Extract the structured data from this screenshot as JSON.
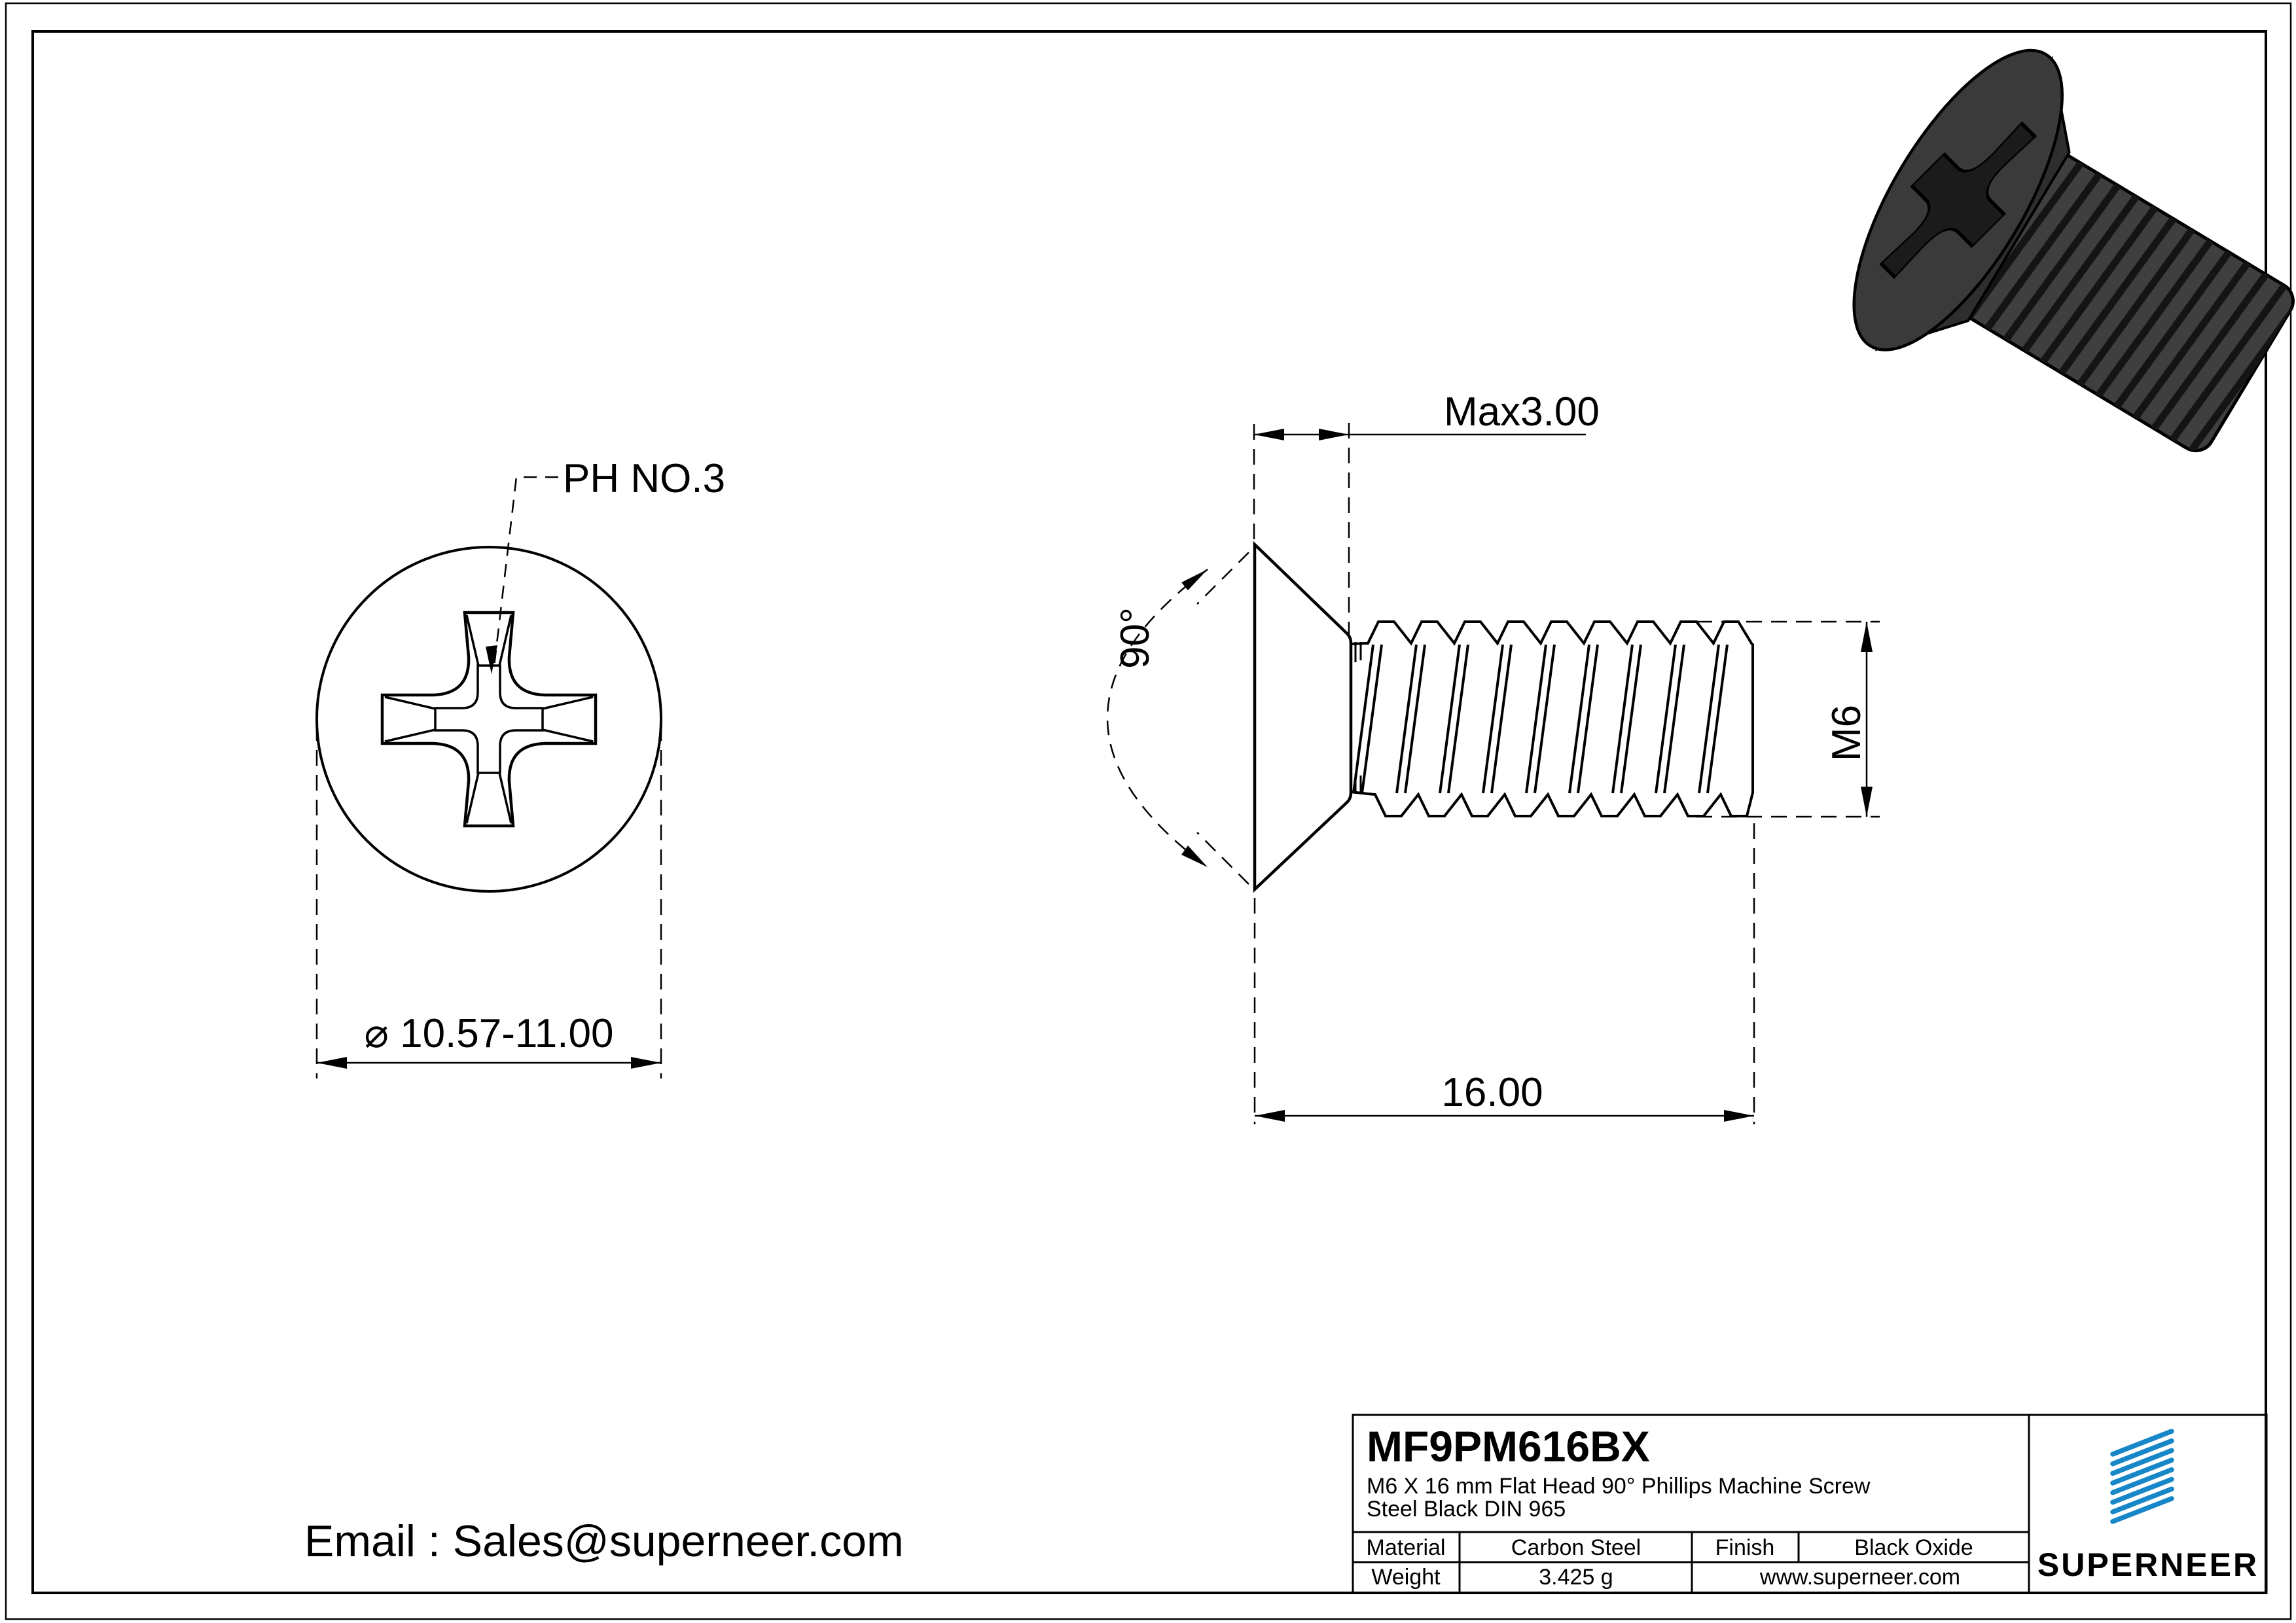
{
  "title_block": {
    "part_number": "MF9PM616BX",
    "description_line1": "M6 X 16 mm  Flat Head 90° Phillips Machine Screw",
    "description_line2": "Steel Black DIN 965",
    "material_label": "Material",
    "material_value": "Carbon Steel",
    "finish_label": "Finish",
    "finish_value": "Black Oxide",
    "weight_label": "Weight",
    "weight_value": "3.425 g",
    "website": "www.superneer.com",
    "brand": "SUPERNEER"
  },
  "footer": {
    "email": "Email : Sales@superneer.com"
  },
  "front_view": {
    "recess_label": "PH NO.3",
    "diameter_dim": "⌀ 10.57-11.00"
  },
  "side_view": {
    "head_height_dim": "Max3.00",
    "countersink_angle_dim": "90°",
    "thread_dim": "M6",
    "length_dim": "16.00"
  },
  "colors": {
    "accent_blue": "#1787c8",
    "line_black": "#000000",
    "screw_body": "#3b3b3b"
  }
}
